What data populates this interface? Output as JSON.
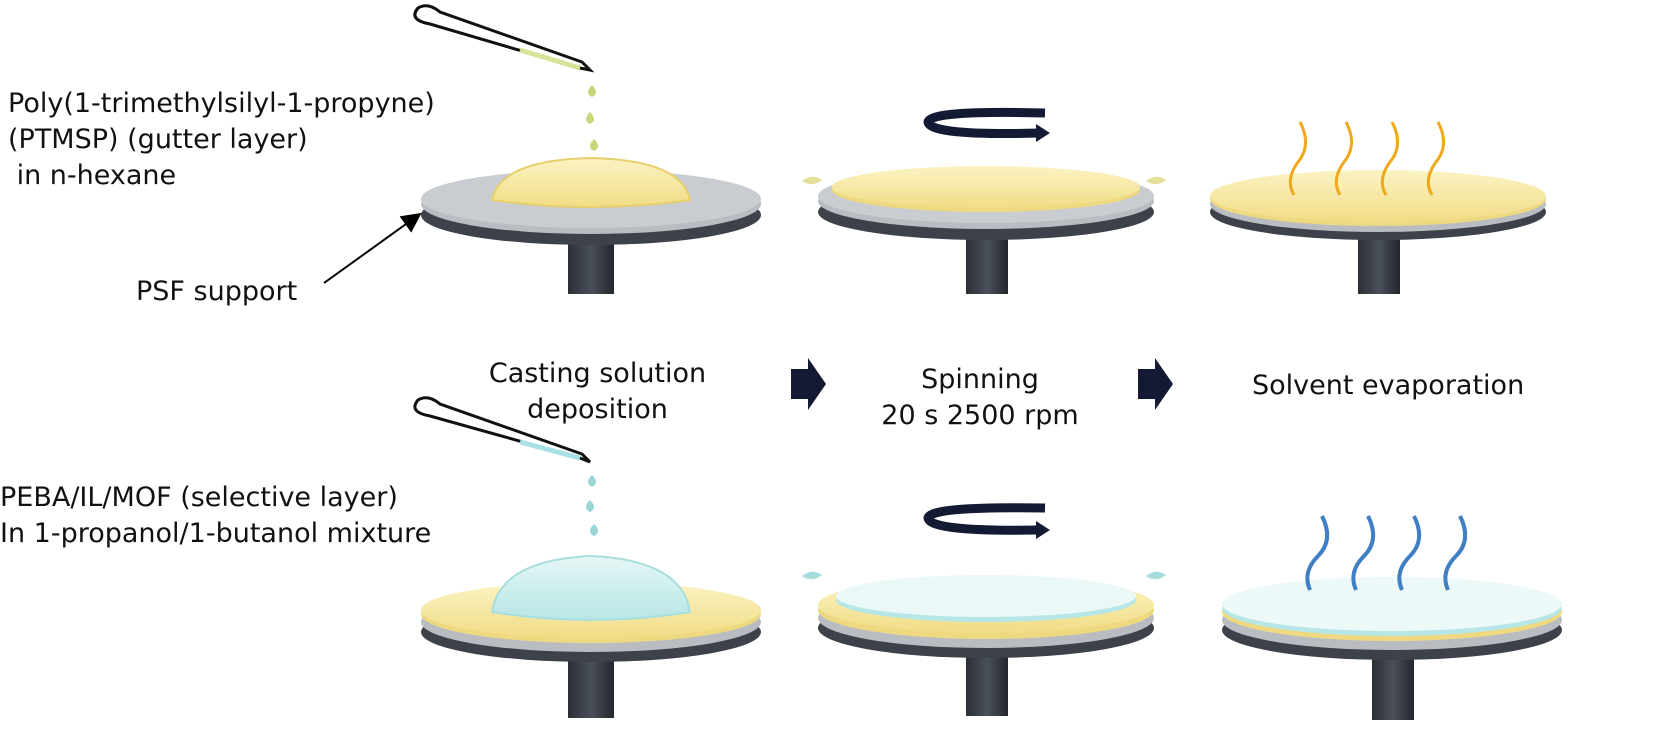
{
  "row1": {
    "solution_lines": [
      "Poly(1-trimethylsilyl-1-propyne)",
      "(PTMSP) (gutter layer)",
      " in n-hexane"
    ],
    "support_label": "PSF support"
  },
  "steps": {
    "deposition_lines": [
      "Casting solution",
      "deposition"
    ],
    "spinning_lines": [
      "Spinning",
      "20 s 2500 rpm"
    ],
    "evaporation": "Solvent evaporation"
  },
  "row2": {
    "solution_lines": [
      "PEBA/IL/MOF (selective layer)",
      "In 1-propanol/1-butanol mixture"
    ]
  },
  "colors": {
    "support_gray": "#c9ccd0",
    "gutter_yellow": "#f5e9a6",
    "selective_cyan": "#d8f0f0",
    "vapor_orange": "#f0a81c",
    "vapor_blue": "#3f7fc4",
    "arrow_navy": "#141a33"
  },
  "icons": [
    "pipette-icon",
    "droplet-icon",
    "spin-arrow-icon",
    "vapor-icon",
    "step-arrow-icon"
  ]
}
